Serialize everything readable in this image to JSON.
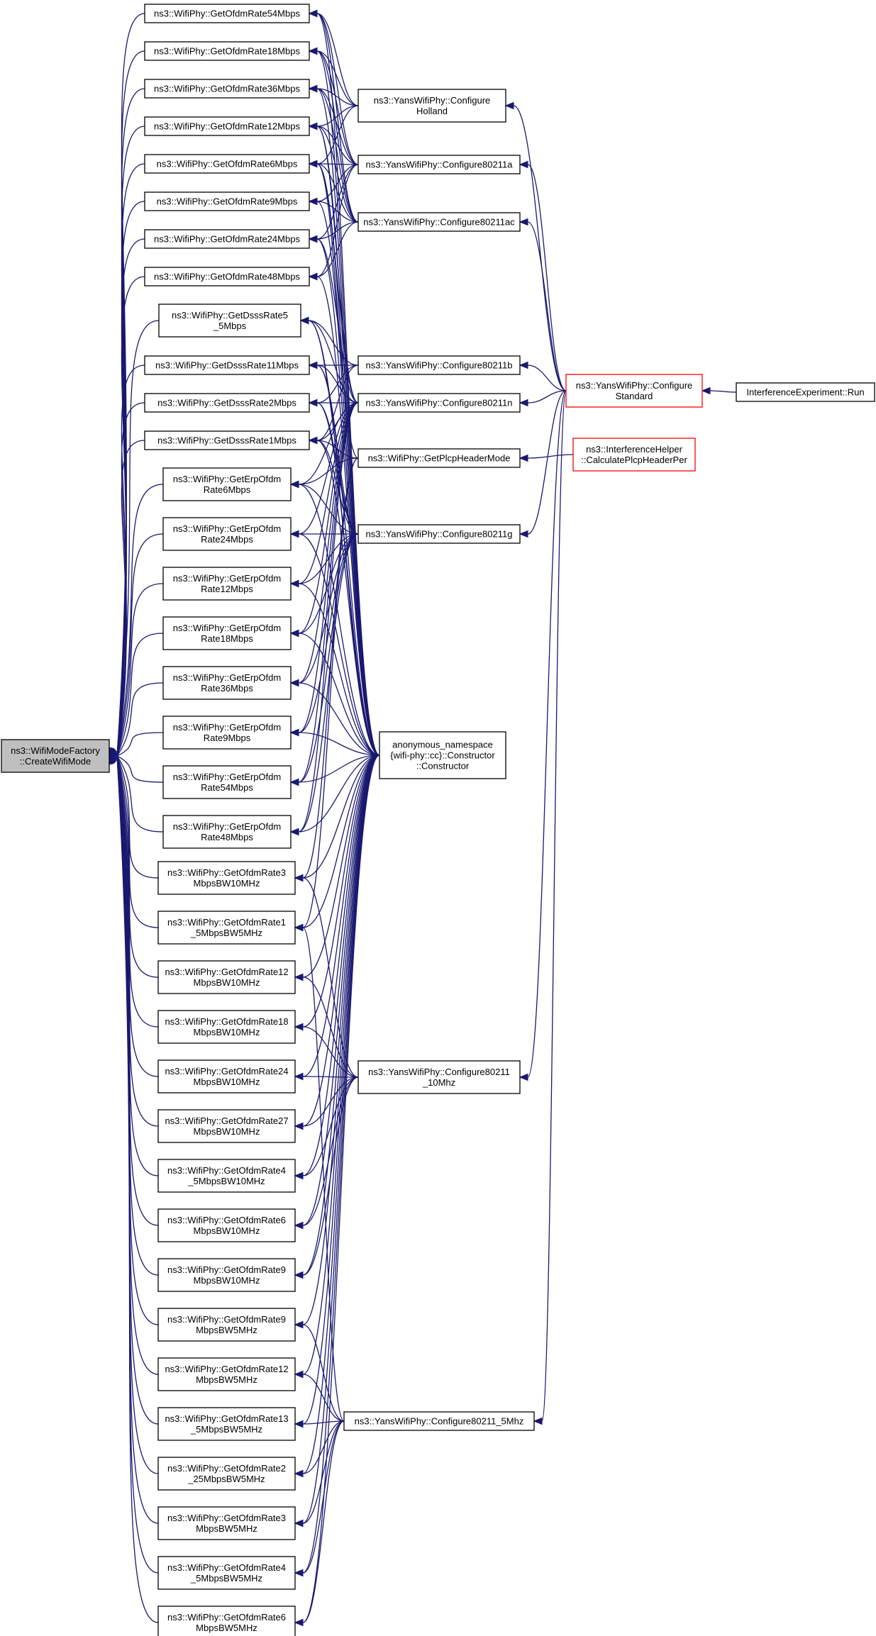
{
  "colors": {
    "edge": "#191970",
    "root_fill": "#bfbfbf",
    "highlight_border": "#ff0000"
  },
  "nodes": [
    {
      "id": "root",
      "lines": [
        "ns3::WifiModeFactory",
        "::CreateWifiMode"
      ]
    },
    {
      "id": "ofdm54",
      "lines": [
        "ns3::WifiPhy::GetOfdmRate54Mbps"
      ]
    },
    {
      "id": "ofdm18",
      "lines": [
        "ns3::WifiPhy::GetOfdmRate18Mbps"
      ]
    },
    {
      "id": "ofdm36",
      "lines": [
        "ns3::WifiPhy::GetOfdmRate36Mbps"
      ]
    },
    {
      "id": "ofdm12",
      "lines": [
        "ns3::WifiPhy::GetOfdmRate12Mbps"
      ]
    },
    {
      "id": "ofdm6",
      "lines": [
        "ns3::WifiPhy::GetOfdmRate6Mbps"
      ]
    },
    {
      "id": "ofdm9",
      "lines": [
        "ns3::WifiPhy::GetOfdmRate9Mbps"
      ]
    },
    {
      "id": "ofdm24",
      "lines": [
        "ns3::WifiPhy::GetOfdmRate24Mbps"
      ]
    },
    {
      "id": "ofdm48",
      "lines": [
        "ns3::WifiPhy::GetOfdmRate48Mbps"
      ]
    },
    {
      "id": "dsss55",
      "lines": [
        "ns3::WifiPhy::GetDsssRate5",
        "_5Mbps"
      ]
    },
    {
      "id": "dsss11",
      "lines": [
        "ns3::WifiPhy::GetDsssRate11Mbps"
      ]
    },
    {
      "id": "dsss2",
      "lines": [
        "ns3::WifiPhy::GetDsssRate2Mbps"
      ]
    },
    {
      "id": "dsss1",
      "lines": [
        "ns3::WifiPhy::GetDsssRate1Mbps"
      ]
    },
    {
      "id": "erp6",
      "lines": [
        "ns3::WifiPhy::GetErpOfdm",
        "Rate6Mbps"
      ]
    },
    {
      "id": "erp24",
      "lines": [
        "ns3::WifiPhy::GetErpOfdm",
        "Rate24Mbps"
      ]
    },
    {
      "id": "erp12",
      "lines": [
        "ns3::WifiPhy::GetErpOfdm",
        "Rate12Mbps"
      ]
    },
    {
      "id": "erp18",
      "lines": [
        "ns3::WifiPhy::GetErpOfdm",
        "Rate18Mbps"
      ]
    },
    {
      "id": "erp36",
      "lines": [
        "ns3::WifiPhy::GetErpOfdm",
        "Rate36Mbps"
      ]
    },
    {
      "id": "erp9",
      "lines": [
        "ns3::WifiPhy::GetErpOfdm",
        "Rate9Mbps"
      ]
    },
    {
      "id": "erp54",
      "lines": [
        "ns3::WifiPhy::GetErpOfdm",
        "Rate54Mbps"
      ]
    },
    {
      "id": "erp48",
      "lines": [
        "ns3::WifiPhy::GetErpOfdm",
        "Rate48Mbps"
      ]
    },
    {
      "id": "o3_10",
      "lines": [
        "ns3::WifiPhy::GetOfdmRate3",
        "MbpsBW10MHz"
      ]
    },
    {
      "id": "o15_5",
      "lines": [
        "ns3::WifiPhy::GetOfdmRate1",
        "_5MbpsBW5MHz"
      ]
    },
    {
      "id": "o12_10",
      "lines": [
        "ns3::WifiPhy::GetOfdmRate12",
        "MbpsBW10MHz"
      ]
    },
    {
      "id": "o18_10",
      "lines": [
        "ns3::WifiPhy::GetOfdmRate18",
        "MbpsBW10MHz"
      ]
    },
    {
      "id": "o24_10",
      "lines": [
        "ns3::WifiPhy::GetOfdmRate24",
        "MbpsBW10MHz"
      ]
    },
    {
      "id": "o27_10",
      "lines": [
        "ns3::WifiPhy::GetOfdmRate27",
        "MbpsBW10MHz"
      ]
    },
    {
      "id": "o45_10",
      "lines": [
        "ns3::WifiPhy::GetOfdmRate4",
        "_5MbpsBW10MHz"
      ]
    },
    {
      "id": "o6_10",
      "lines": [
        "ns3::WifiPhy::GetOfdmRate6",
        "MbpsBW10MHz"
      ]
    },
    {
      "id": "o9_10",
      "lines": [
        "ns3::WifiPhy::GetOfdmRate9",
        "MbpsBW10MHz"
      ]
    },
    {
      "id": "o9_5",
      "lines": [
        "ns3::WifiPhy::GetOfdmRate9",
        "MbpsBW5MHz"
      ]
    },
    {
      "id": "o12_5",
      "lines": [
        "ns3::WifiPhy::GetOfdmRate12",
        "MbpsBW5MHz"
      ]
    },
    {
      "id": "o135_5",
      "lines": [
        "ns3::WifiPhy::GetOfdmRate13",
        "_5MbpsBW5MHz"
      ]
    },
    {
      "id": "o225_5",
      "lines": [
        "ns3::WifiPhy::GetOfdmRate2",
        "_25MbpsBW5MHz"
      ]
    },
    {
      "id": "o3_5",
      "lines": [
        "ns3::WifiPhy::GetOfdmRate3",
        "MbpsBW5MHz"
      ]
    },
    {
      "id": "o45_5",
      "lines": [
        "ns3::WifiPhy::GetOfdmRate4",
        "_5MbpsBW5MHz"
      ]
    },
    {
      "id": "o6_5",
      "lines": [
        "ns3::WifiPhy::GetOfdmRate6",
        "MbpsBW5MHz"
      ]
    },
    {
      "id": "holland",
      "lines": [
        "ns3::YansWifiPhy::Configure",
        "Holland"
      ]
    },
    {
      "id": "c11a",
      "lines": [
        "ns3::YansWifiPhy::Configure80211a"
      ]
    },
    {
      "id": "c11ac",
      "lines": [
        "ns3::YansWifiPhy::Configure80211ac"
      ]
    },
    {
      "id": "c11b",
      "lines": [
        "ns3::YansWifiPhy::Configure80211b"
      ]
    },
    {
      "id": "c11n",
      "lines": [
        "ns3::YansWifiPhy::Configure80211n"
      ]
    },
    {
      "id": "plcp",
      "lines": [
        "ns3::WifiPhy::GetPlcpHeaderMode"
      ]
    },
    {
      "id": "c11g",
      "lines": [
        "ns3::YansWifiPhy::Configure80211g"
      ]
    },
    {
      "id": "anon",
      "lines": [
        "anonymous_namespace",
        "{wifi-phy::cc}::Constructor",
        "::Constructor"
      ]
    },
    {
      "id": "c10",
      "lines": [
        "ns3::YansWifiPhy::Configure80211",
        "_10Mhz"
      ]
    },
    {
      "id": "c5",
      "lines": [
        "ns3::YansWifiPhy::Configure80211_5Mhz"
      ]
    },
    {
      "id": "std",
      "lines": [
        "ns3::YansWifiPhy::Configure",
        "Standard"
      ],
      "highlight": true
    },
    {
      "id": "ihelper",
      "lines": [
        "ns3::InterferenceHelper",
        "::CalculatePlcpHeaderPer"
      ],
      "highlight": true
    },
    {
      "id": "run",
      "lines": [
        "InterferenceExperiment::Run"
      ]
    }
  ],
  "edges": [
    [
      "ofdm54",
      "root"
    ],
    [
      "ofdm18",
      "root"
    ],
    [
      "ofdm36",
      "root"
    ],
    [
      "ofdm12",
      "root"
    ],
    [
      "ofdm6",
      "root"
    ],
    [
      "ofdm9",
      "root"
    ],
    [
      "ofdm24",
      "root"
    ],
    [
      "ofdm48",
      "root"
    ],
    [
      "dsss55",
      "root"
    ],
    [
      "dsss11",
      "root"
    ],
    [
      "dsss2",
      "root"
    ],
    [
      "dsss1",
      "root"
    ],
    [
      "erp6",
      "root"
    ],
    [
      "erp24",
      "root"
    ],
    [
      "erp12",
      "root"
    ],
    [
      "erp18",
      "root"
    ],
    [
      "erp36",
      "root"
    ],
    [
      "erp9",
      "root"
    ],
    [
      "erp54",
      "root"
    ],
    [
      "erp48",
      "root"
    ],
    [
      "o3_10",
      "root"
    ],
    [
      "o15_5",
      "root"
    ],
    [
      "o12_10",
      "root"
    ],
    [
      "o18_10",
      "root"
    ],
    [
      "o24_10",
      "root"
    ],
    [
      "o27_10",
      "root"
    ],
    [
      "o45_10",
      "root"
    ],
    [
      "o6_10",
      "root"
    ],
    [
      "o9_10",
      "root"
    ],
    [
      "o9_5",
      "root"
    ],
    [
      "o12_5",
      "root"
    ],
    [
      "o135_5",
      "root"
    ],
    [
      "o225_5",
      "root"
    ],
    [
      "o3_5",
      "root"
    ],
    [
      "o45_5",
      "root"
    ],
    [
      "o6_5",
      "root"
    ],
    [
      "holland",
      "ofdm54"
    ],
    [
      "holland",
      "ofdm18"
    ],
    [
      "holland",
      "ofdm36"
    ],
    [
      "holland",
      "ofdm12"
    ],
    [
      "holland",
      "ofdm6"
    ],
    [
      "c11a",
      "ofdm54"
    ],
    [
      "c11a",
      "ofdm18"
    ],
    [
      "c11a",
      "ofdm36"
    ],
    [
      "c11a",
      "ofdm12"
    ],
    [
      "c11a",
      "ofdm6"
    ],
    [
      "c11a",
      "ofdm9"
    ],
    [
      "c11a",
      "ofdm24"
    ],
    [
      "c11a",
      "ofdm48"
    ],
    [
      "c11ac",
      "ofdm54"
    ],
    [
      "c11ac",
      "ofdm18"
    ],
    [
      "c11ac",
      "ofdm36"
    ],
    [
      "c11ac",
      "ofdm12"
    ],
    [
      "c11ac",
      "ofdm6"
    ],
    [
      "c11ac",
      "ofdm9"
    ],
    [
      "c11ac",
      "ofdm24"
    ],
    [
      "c11ac",
      "ofdm48"
    ],
    [
      "c11b",
      "dsss55"
    ],
    [
      "c11b",
      "dsss11"
    ],
    [
      "c11b",
      "dsss2"
    ],
    [
      "c11b",
      "dsss1"
    ],
    [
      "c11n",
      "dsss55"
    ],
    [
      "c11n",
      "dsss11"
    ],
    [
      "c11n",
      "dsss2"
    ],
    [
      "c11n",
      "dsss1"
    ],
    [
      "c11n",
      "erp6"
    ],
    [
      "c11n",
      "erp24"
    ],
    [
      "c11n",
      "erp12"
    ],
    [
      "c11n",
      "erp18"
    ],
    [
      "c11n",
      "erp36"
    ],
    [
      "c11n",
      "erp9"
    ],
    [
      "c11n",
      "erp54"
    ],
    [
      "c11n",
      "erp48"
    ],
    [
      "c11n",
      "ofdm6"
    ],
    [
      "c11n",
      "ofdm12"
    ],
    [
      "c11n",
      "ofdm24"
    ],
    [
      "plcp",
      "ofdm6"
    ],
    [
      "plcp",
      "dsss1"
    ],
    [
      "plcp",
      "erp6"
    ],
    [
      "plcp",
      "o3_10"
    ],
    [
      "plcp",
      "o15_5"
    ],
    [
      "c11g",
      "dsss55"
    ],
    [
      "c11g",
      "dsss11"
    ],
    [
      "c11g",
      "dsss2"
    ],
    [
      "c11g",
      "dsss1"
    ],
    [
      "c11g",
      "erp6"
    ],
    [
      "c11g",
      "erp24"
    ],
    [
      "c11g",
      "erp12"
    ],
    [
      "c11g",
      "erp18"
    ],
    [
      "c11g",
      "erp36"
    ],
    [
      "c11g",
      "erp9"
    ],
    [
      "c11g",
      "erp54"
    ],
    [
      "c11g",
      "erp48"
    ],
    [
      "anon",
      "ofdm54"
    ],
    [
      "anon",
      "ofdm18"
    ],
    [
      "anon",
      "ofdm36"
    ],
    [
      "anon",
      "ofdm12"
    ],
    [
      "anon",
      "ofdm6"
    ],
    [
      "anon",
      "ofdm9"
    ],
    [
      "anon",
      "ofdm24"
    ],
    [
      "anon",
      "ofdm48"
    ],
    [
      "anon",
      "dsss55"
    ],
    [
      "anon",
      "dsss11"
    ],
    [
      "anon",
      "dsss2"
    ],
    [
      "anon",
      "dsss1"
    ],
    [
      "anon",
      "erp6"
    ],
    [
      "anon",
      "erp24"
    ],
    [
      "anon",
      "erp12"
    ],
    [
      "anon",
      "erp18"
    ],
    [
      "anon",
      "erp36"
    ],
    [
      "anon",
      "erp9"
    ],
    [
      "anon",
      "erp54"
    ],
    [
      "anon",
      "erp48"
    ],
    [
      "anon",
      "o3_10"
    ],
    [
      "anon",
      "o15_5"
    ],
    [
      "anon",
      "o12_10"
    ],
    [
      "anon",
      "o18_10"
    ],
    [
      "anon",
      "o24_10"
    ],
    [
      "anon",
      "o27_10"
    ],
    [
      "anon",
      "o45_10"
    ],
    [
      "anon",
      "o6_10"
    ],
    [
      "anon",
      "o9_10"
    ],
    [
      "anon",
      "o9_5"
    ],
    [
      "anon",
      "o12_5"
    ],
    [
      "anon",
      "o135_5"
    ],
    [
      "anon",
      "o225_5"
    ],
    [
      "anon",
      "o3_5"
    ],
    [
      "anon",
      "o45_5"
    ],
    [
      "anon",
      "o6_5"
    ],
    [
      "c10",
      "o3_10"
    ],
    [
      "c10",
      "o12_10"
    ],
    [
      "c10",
      "o18_10"
    ],
    [
      "c10",
      "o24_10"
    ],
    [
      "c10",
      "o27_10"
    ],
    [
      "c10",
      "o45_10"
    ],
    [
      "c10",
      "o6_10"
    ],
    [
      "c10",
      "o9_10"
    ],
    [
      "c5",
      "o15_5"
    ],
    [
      "c5",
      "o9_5"
    ],
    [
      "c5",
      "o12_5"
    ],
    [
      "c5",
      "o135_5"
    ],
    [
      "c5",
      "o225_5"
    ],
    [
      "c5",
      "o3_5"
    ],
    [
      "c5",
      "o45_5"
    ],
    [
      "c5",
      "o6_5"
    ],
    [
      "std",
      "holland"
    ],
    [
      "std",
      "c11a"
    ],
    [
      "std",
      "c11ac"
    ],
    [
      "std",
      "c11b"
    ],
    [
      "std",
      "c11n"
    ],
    [
      "std",
      "c11g"
    ],
    [
      "std",
      "c10"
    ],
    [
      "std",
      "c5"
    ],
    [
      "ihelper",
      "plcp"
    ],
    [
      "run",
      "std"
    ]
  ]
}
